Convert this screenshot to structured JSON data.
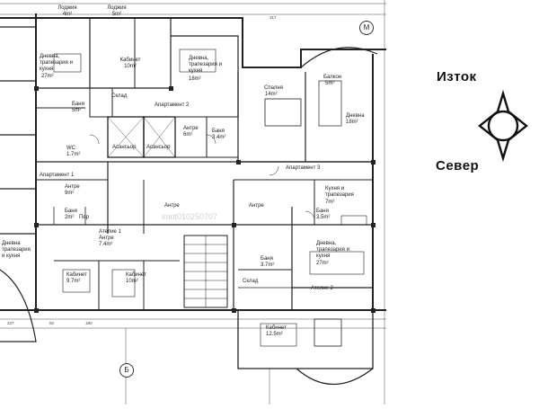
{
  "compass": {
    "east_label": "Изток",
    "north_label": "Север"
  },
  "grid_axes": {
    "axis_m": "М",
    "axis_b": "Б"
  },
  "watermark": "imot010250707",
  "rooms": {
    "loggia_left": "Лоджия",
    "loggia_left_area": "4m²",
    "loggia_mid": "Лоджия",
    "loggia_mid_area": "5m²",
    "living_left": "Дневна, трапезария и кухня",
    "living_left_area": "27m²",
    "cabinet_top": "Кабинет",
    "cabinet_top_area": "10m²",
    "living_apt2": "Дневна, трапезария и кухня",
    "living_apt2_area": "18m²",
    "storage_top": "Склад",
    "bath_left": "Баня",
    "bath_left_area": "5m²",
    "apt2": "Апартамент 2",
    "balcony": "Балкон",
    "balcony_area": "5m²",
    "bedroom": "Спалня",
    "bedroom_area": "14m²",
    "living_right": "Дневна",
    "living_right_area": "18m²",
    "elevator1": "Асансьор",
    "elevator2": "Асансьор",
    "hall_apt2": "Антре",
    "hall_apt2_area": "6m²",
    "bath_apt2": "Баня",
    "bath_apt2_area": "3.4m²",
    "wc": "WC",
    "wc_area": "1.7m²",
    "apt1": "Апартамент 1",
    "apt3": "Апартамент 3",
    "kitchen_right": "Кухня и трапезария",
    "kitchen_right_area": "7m²",
    "hall_apt1": "Антре",
    "hall_apt1_area": "9m²",
    "bath_apt1": "Баня",
    "bath_apt1_area": "2m²",
    "laundry": "Пер",
    "hall_mid": "Антре",
    "hall_right": "Антре",
    "bath_right": "Баня",
    "bath_right_area": "3.5m²",
    "atelier1": "Ателие 1",
    "atelier1_hall": "Антре",
    "atelier1_hall_area": "7.4m²",
    "living_atelier": "Дневна, трапезария и кухня",
    "living_atelier_area": "27m²",
    "living_bottom_left": "Дневна трапезария и кухня",
    "cabinet_b1": "Кабинет",
    "cabinet_b1_area": "9.7m²",
    "cabinet_b2": "Кабинет",
    "cabinet_b2_area": "10m²",
    "bath_b": "Баня",
    "bath_b_area": "3.7m²",
    "storage_b": "Склад",
    "atelier2": "Ателие 2",
    "cabinet_b3": "Кабинет",
    "cabinet_b3_area": "12.5m²"
  },
  "dimensions": {
    "d1": "317",
    "d2": "227",
    "d3": "50",
    "d4": "190"
  }
}
